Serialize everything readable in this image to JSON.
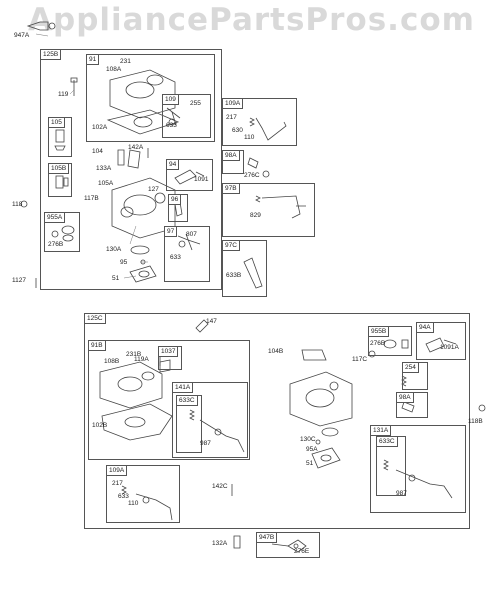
{
  "watermark": "AppliancePartsPros.com",
  "groups": [
    {
      "id": "g125B",
      "label": "125B"
    },
    {
      "id": "g91",
      "label": "91"
    },
    {
      "id": "g109a",
      "label": "109"
    },
    {
      "id": "g105",
      "label": "105"
    },
    {
      "id": "g105B",
      "label": "105B"
    },
    {
      "id": "g955A",
      "label": "955A"
    },
    {
      "id": "g94",
      "label": "94"
    },
    {
      "id": "g96",
      "label": "96"
    },
    {
      "id": "g97",
      "label": "97"
    },
    {
      "id": "g109A1",
      "label": "109A"
    },
    {
      "id": "g98A1",
      "label": "98A"
    },
    {
      "id": "g97B",
      "label": "97B"
    },
    {
      "id": "g97C",
      "label": "97C"
    },
    {
      "id": "g125C",
      "label": "125C"
    },
    {
      "id": "g91B",
      "label": "91B"
    },
    {
      "id": "g1037",
      "label": "1037"
    },
    {
      "id": "g141A",
      "label": "141A"
    },
    {
      "id": "g633C1",
      "label": "633C"
    },
    {
      "id": "g109A2",
      "label": "109A"
    },
    {
      "id": "g955B",
      "label": "955B"
    },
    {
      "id": "g94A",
      "label": "94A"
    },
    {
      "id": "g254",
      "label": "254"
    },
    {
      "id": "g98A2",
      "label": "98A"
    },
    {
      "id": "g131A",
      "label": "131A"
    },
    {
      "id": "g633C2",
      "label": "633C"
    },
    {
      "id": "g947B",
      "label": "947B"
    }
  ],
  "callouts": [
    "947A",
    "119",
    "231",
    "108A",
    "102A",
    "255",
    "633",
    "104",
    "142A",
    "133A",
    "105A",
    "1091",
    "127",
    "117B",
    "118",
    "276B",
    "807",
    "633",
    "130A",
    "95",
    "51",
    "1127",
    "217",
    "630",
    "110",
    "276C",
    "829",
    "633B",
    "147",
    "119A",
    "104B",
    "231B",
    "108B",
    "102B",
    "987",
    "142C",
    "217",
    "633",
    "110",
    "132A",
    "276E",
    "276B",
    "1091A",
    "117C",
    "130C",
    "95A",
    "51",
    "987",
    "118B"
  ]
}
